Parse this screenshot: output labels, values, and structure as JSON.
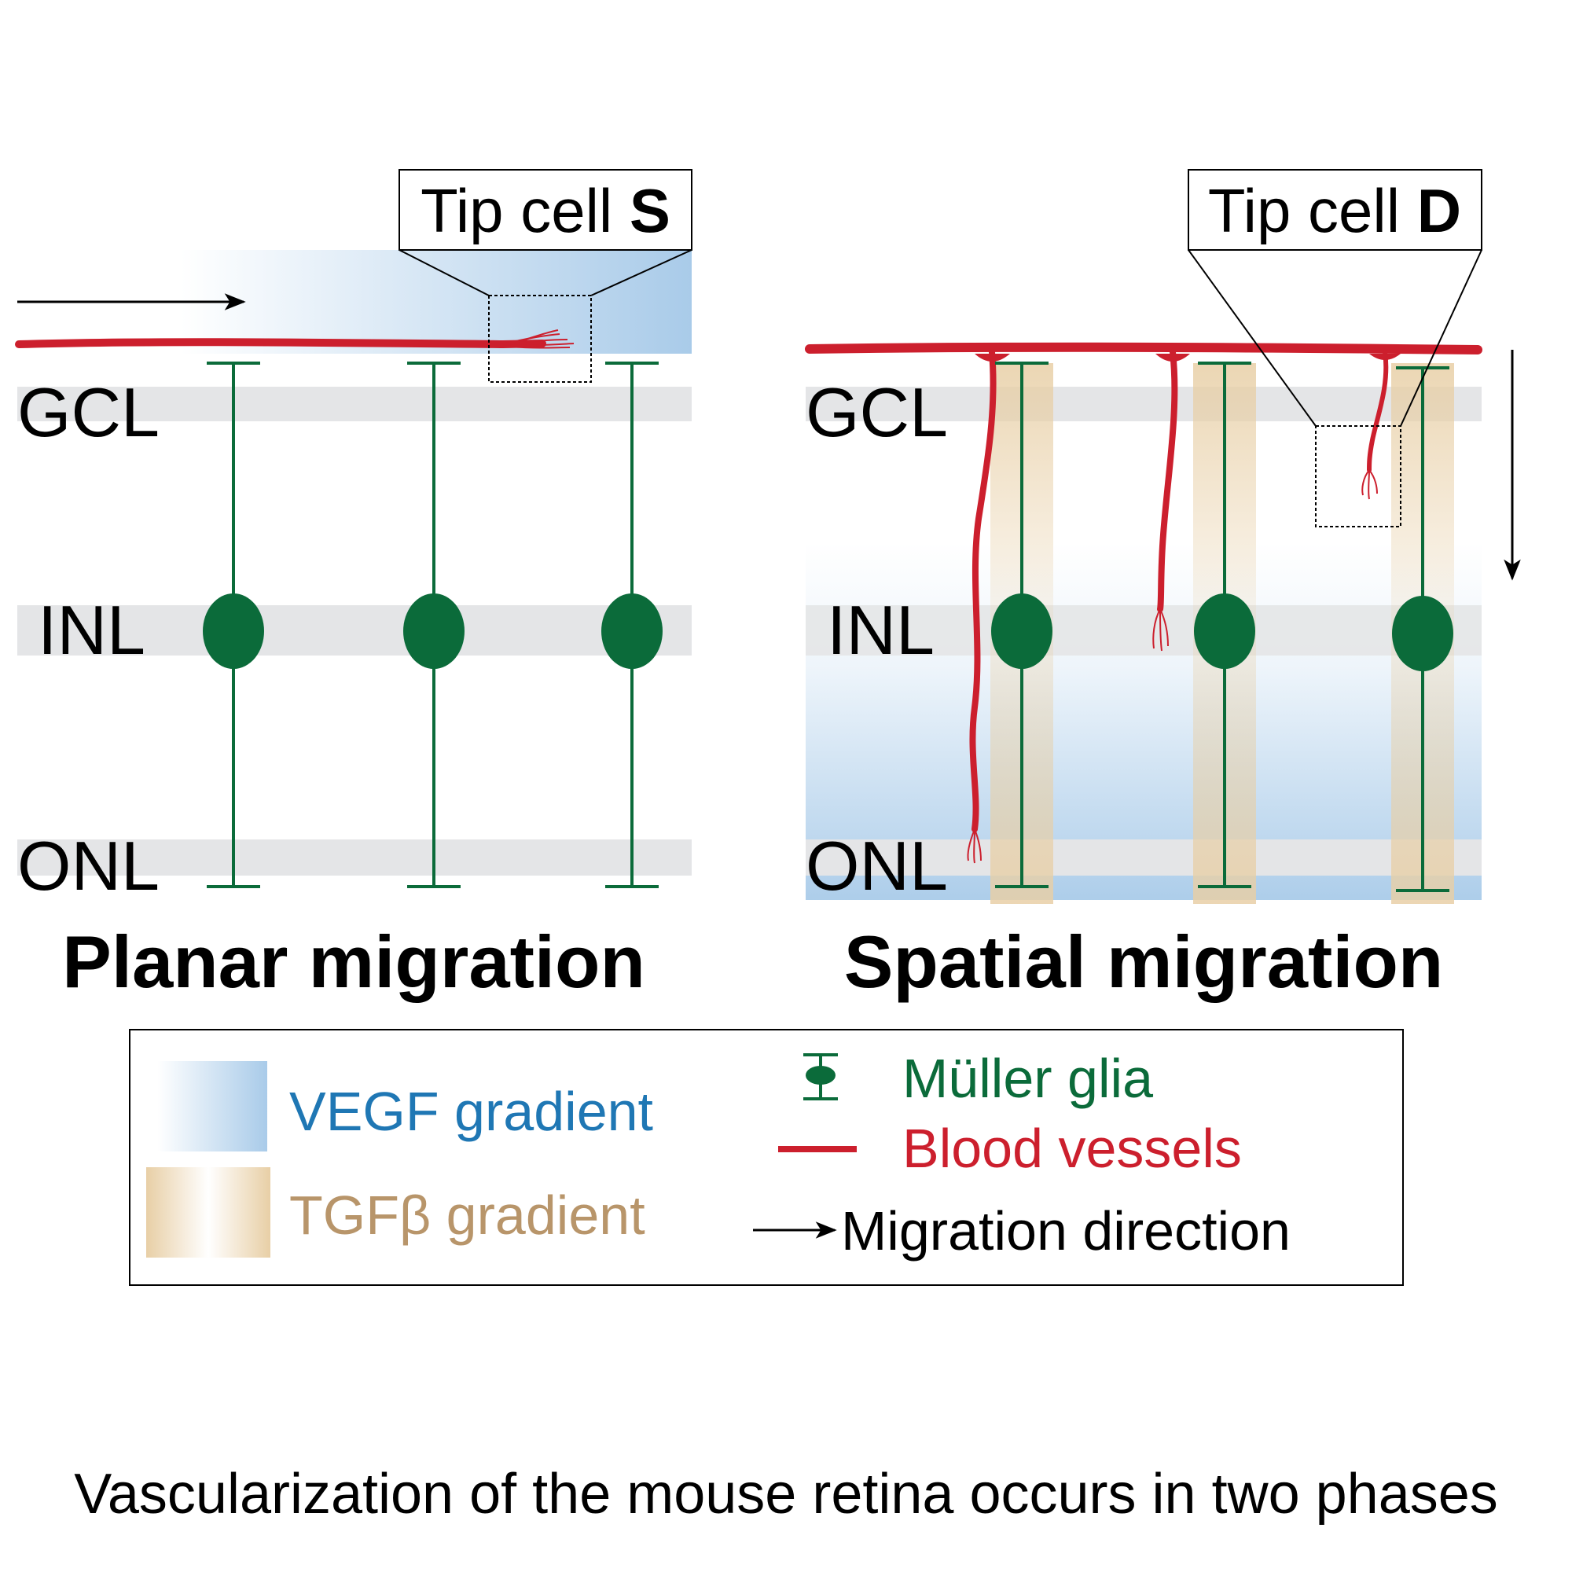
{
  "panels": {
    "planar": {
      "title": "Planar migration",
      "tip_label_prefix": "Tip cell ",
      "tip_label_letter": "S",
      "layers": [
        "GCL",
        "INL",
        "ONL"
      ]
    },
    "spatial": {
      "title": "Spatial migration",
      "tip_label_prefix": "Tip cell ",
      "tip_label_letter": "D",
      "layers": [
        "GCL",
        "INL",
        "ONL"
      ]
    }
  },
  "legend": {
    "vegf": "VEGF gradient",
    "tgfb": "TGFβ gradient",
    "muller": "Müller glia",
    "vessels": "Blood vessels",
    "direction": "Migration direction"
  },
  "caption": "Vascularization of the mouse retina occurs in two phases",
  "colors": {
    "vegf": "#1f77b4",
    "vegf_fill": "#a9cbe9",
    "tgfb": "#b8956a",
    "tgfb_fill": "#e8cfa6",
    "glia": "#0b6b3a",
    "vessel": "#cc1f2d",
    "layer_band": "#e4e5e7"
  }
}
